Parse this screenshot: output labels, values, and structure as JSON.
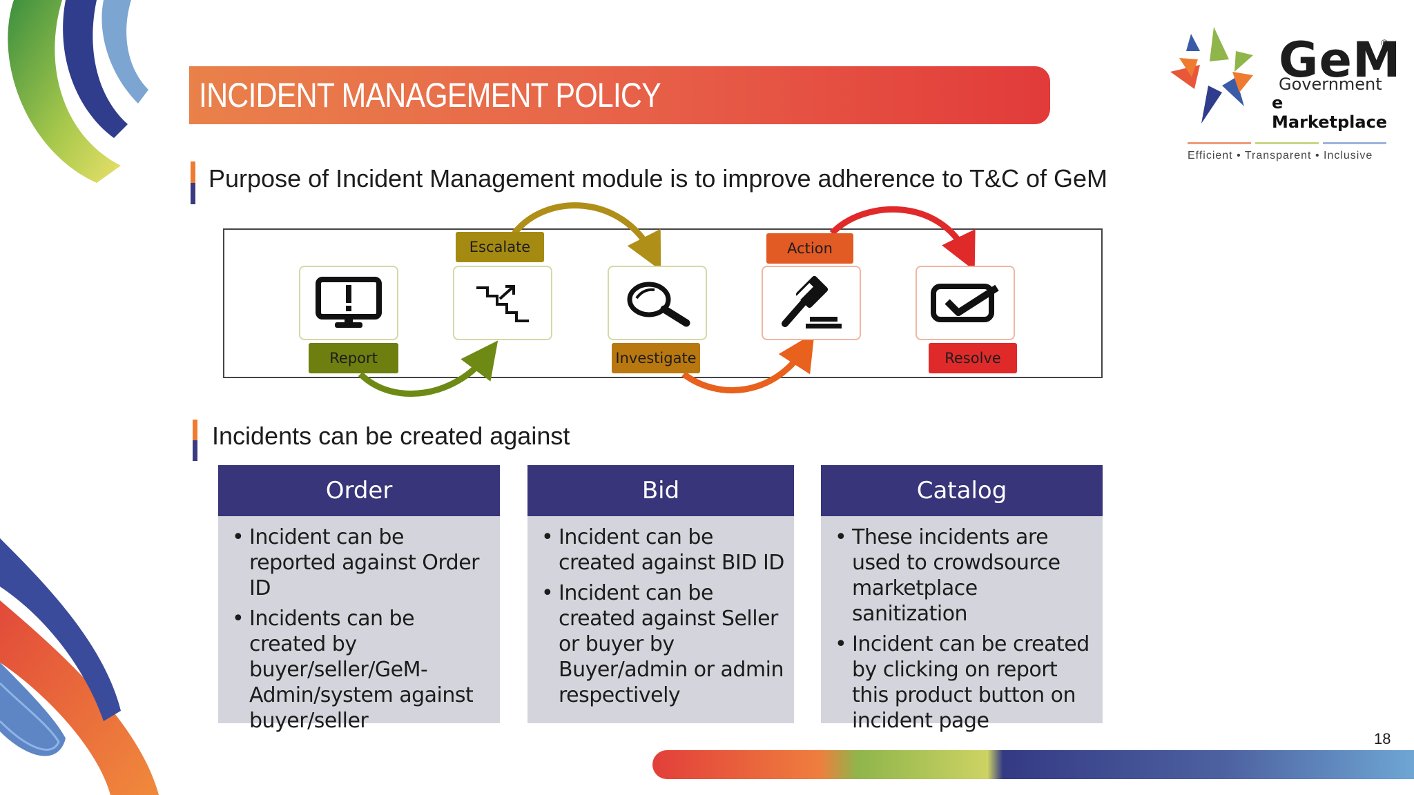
{
  "slide": {
    "title": "INCIDENT MANAGEMENT POLICY",
    "page_number": "18"
  },
  "logo": {
    "brand": "GeM",
    "registered_mark": "®",
    "line1": "Government",
    "line2": "e Marketplace",
    "tagline": "Efficient  •  Transparent  •  Inclusive"
  },
  "section1": {
    "heading": "Purpose of Incident Management module is to improve adherence to T&C of GeM"
  },
  "process": {
    "steps": [
      {
        "label": "Report",
        "icon": "monitor-alert-icon",
        "color": "#6e7f0f"
      },
      {
        "label": "Escalate",
        "icon": "escalate-stairs-icon",
        "color": "#a58a12"
      },
      {
        "label": "Investigate",
        "icon": "magnifier-icon",
        "color": "#b9780f"
      },
      {
        "label": "Action",
        "icon": "gavel-icon",
        "color": "#e25a24"
      },
      {
        "label": "Resolve",
        "icon": "checkbox-icon",
        "color": "#e02a2a"
      }
    ]
  },
  "section2": {
    "heading": "Incidents can be created against"
  },
  "cards": [
    {
      "title": "Order",
      "bullets": [
        "Incident can be reported against Order ID",
        "Incidents can be created by buyer/seller/GeM-Admin/system against buyer/seller"
      ]
    },
    {
      "title": "Bid",
      "bullets": [
        "Incident can be created against BID ID",
        "Incident can be created against Seller or buyer by Buyer/admin or admin respectively"
      ]
    },
    {
      "title": "Catalog",
      "bullets": [
        "These incidents are used to crowdsource marketplace sanitization",
        "Incident can be created by clicking on report this product button on incident page"
      ]
    }
  ],
  "colors": {
    "title_start": "#e9814a",
    "title_end": "#e23b3a",
    "card_header": "#38357a",
    "card_body": "#d4d4dc",
    "marker_orange": "#ef7b30",
    "marker_navy": "#3a3a82"
  }
}
